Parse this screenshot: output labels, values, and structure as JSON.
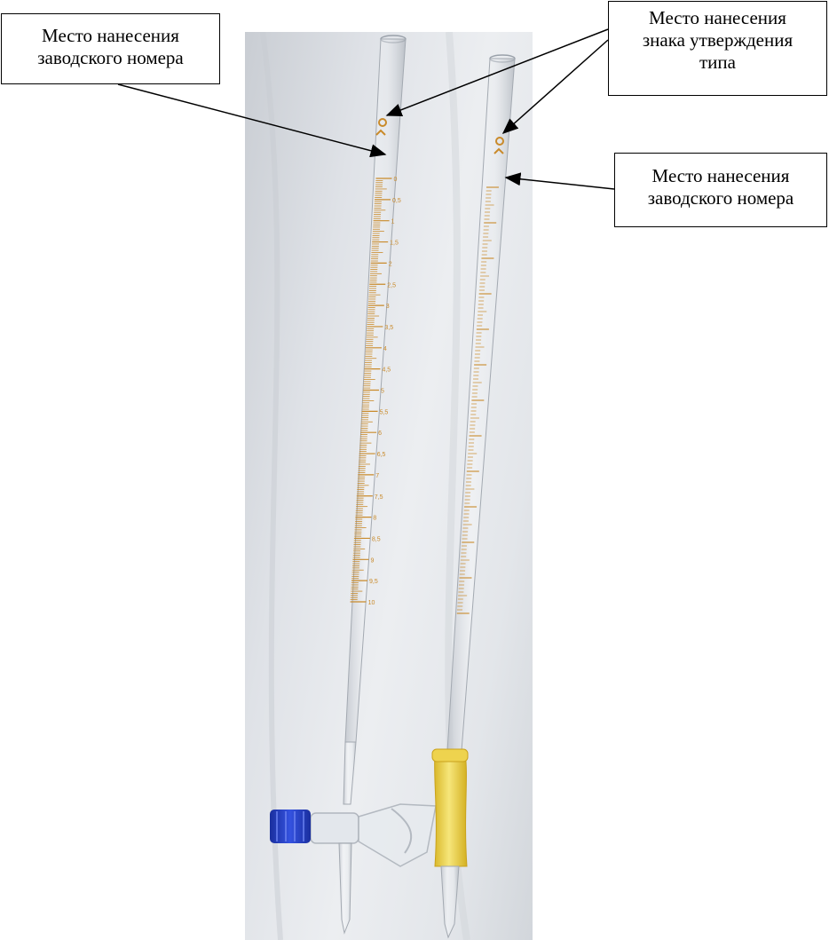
{
  "labels": {
    "serial_left": [
      "Место нанесения",
      "заводского номера"
    ],
    "type_approval": [
      "Место нанесения",
      "знака утверждения",
      "типа"
    ],
    "serial_right": [
      "Место нанесения",
      "заводского номера"
    ]
  },
  "burette_left": {
    "scale_labels": [
      "0",
      "0,5",
      "1",
      "1,5",
      "2",
      "2,5",
      "3",
      "3,5",
      "4",
      "4,5",
      "5",
      "5,5",
      "6",
      "6,5",
      "7",
      "7,5",
      "8",
      "8,5",
      "9",
      "9,5",
      "10"
    ],
    "stopcock_color": "#2740c8"
  },
  "burette_right": {
    "tube_color": "#f0d84a"
  },
  "colors": {
    "graduation": "#c98a2a",
    "arrow": "#000000"
  }
}
